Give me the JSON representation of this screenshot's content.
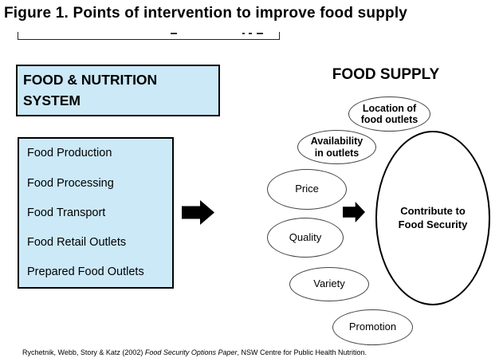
{
  "figure": {
    "title": "Figure 1. Points of intervention to improve food supply",
    "system": {
      "heading": "FOOD & NUTRITION SYSTEM",
      "items": [
        "Food Production",
        "Food Processing",
        "Food Transport",
        "Food Retail Outlets",
        "Prepared Food Outlets"
      ]
    },
    "supply": {
      "heading": "FOOD SUPPLY",
      "factors": [
        "Location of\nfood outlets",
        "Availability\nin outlets",
        "Price",
        "Quality",
        "Variety",
        "Promotion"
      ],
      "outcome": "Contribute to\nFood Security"
    },
    "citation": {
      "prefix": "Rychetnik, Webb, Story & Katz (2002) ",
      "work": "Food Security Options Paper",
      "suffix": ", NSW Centre for Public Health Nutrition."
    },
    "colors": {
      "box_fill": "#cce9f8",
      "box_border": "#000000",
      "arrow": "#000000"
    }
  }
}
